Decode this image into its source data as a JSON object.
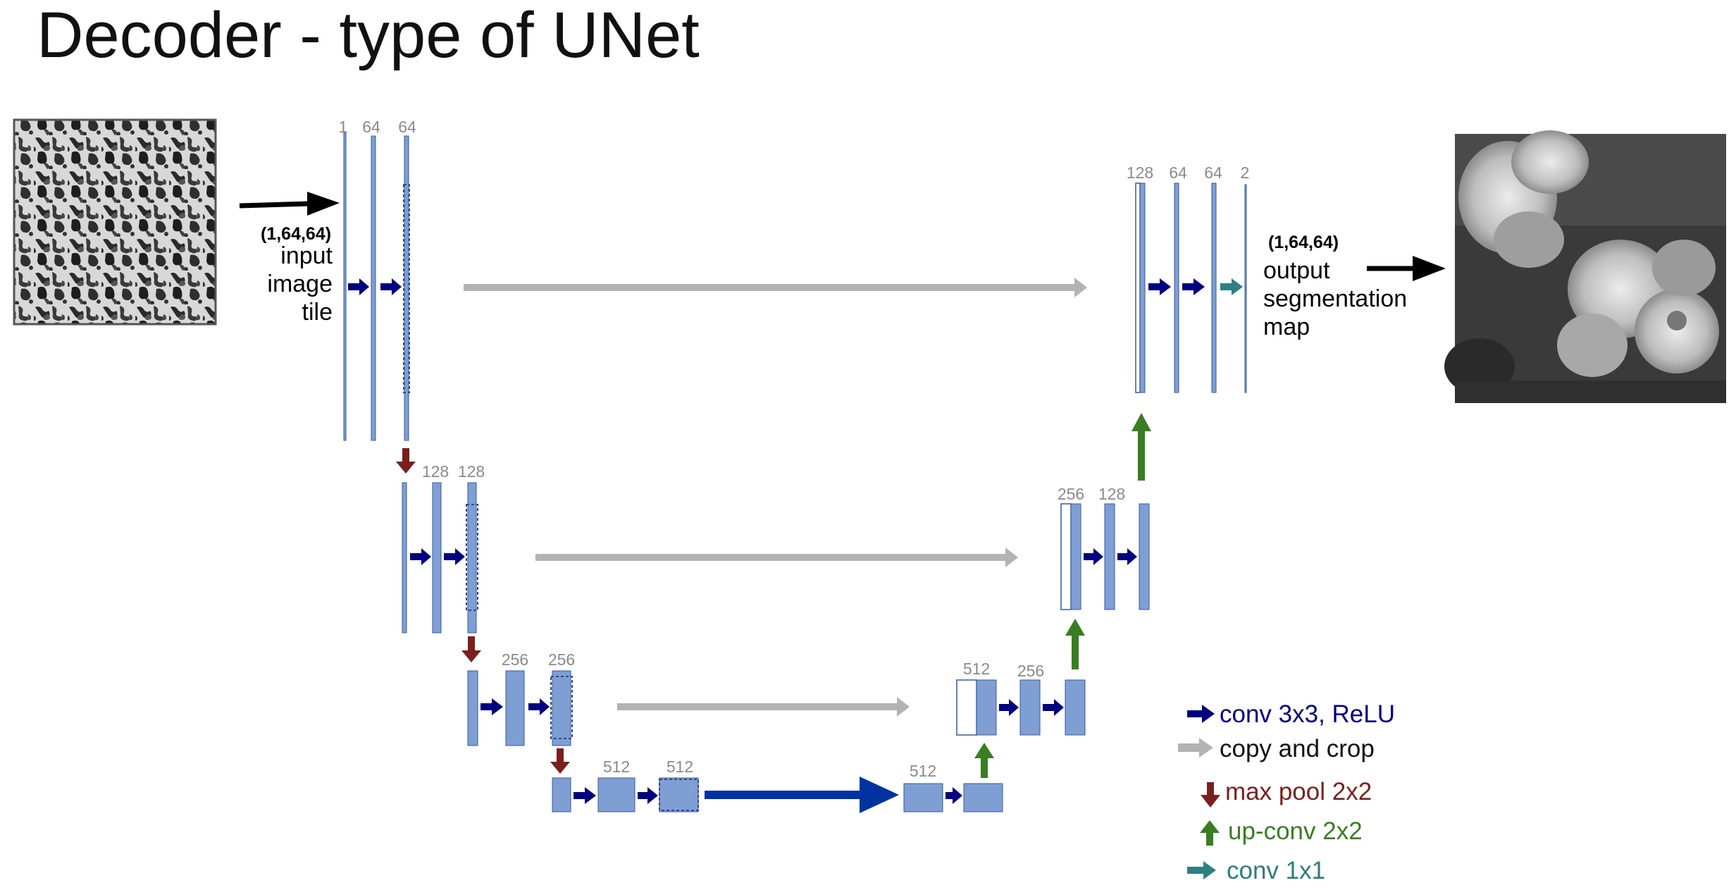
{
  "title": "Decoder - type of UNet",
  "input": {
    "shape": "(1,64,64)",
    "label_lines": [
      "input",
      "image",
      "tile"
    ]
  },
  "output": {
    "shape": "(1,64,64)",
    "label_lines": [
      "output",
      "segmentation",
      "map"
    ]
  },
  "channels": {
    "level1": [
      "1",
      "64",
      "64"
    ],
    "level2": [
      "128",
      "128"
    ],
    "level3": [
      "256",
      "256"
    ],
    "level4": [
      "512",
      "512"
    ],
    "up4": [
      "512"
    ],
    "up3": [
      "512",
      "256"
    ],
    "up2": [
      "256",
      "128"
    ],
    "up1": [
      "128",
      "64",
      "64",
      "2"
    ]
  },
  "legend": [
    {
      "key": "conv",
      "label": "conv 3x3, ReLU",
      "color": "#000080"
    },
    {
      "key": "copy",
      "label": "copy and crop",
      "color": "#111111"
    },
    {
      "key": "pool",
      "label": "max pool 2x2",
      "color": "#7a1f1f"
    },
    {
      "key": "upconv",
      "label": "up-conv 2x2",
      "color": "#3a7d22"
    },
    {
      "key": "conv1",
      "label": "conv 1x1",
      "color": "#2e7c7c"
    }
  ],
  "colors": {
    "block": "#7f9fd4",
    "block_border": "#3a5a99",
    "conv_arrow": "#000080",
    "copy_arrow": "#b3b3b3",
    "pool_arrow": "#7a1f1f",
    "upconv_arrow": "#3a7d22",
    "conv1_arrow": "#2e8080",
    "bottleneck_arrow": "#0033a0"
  }
}
